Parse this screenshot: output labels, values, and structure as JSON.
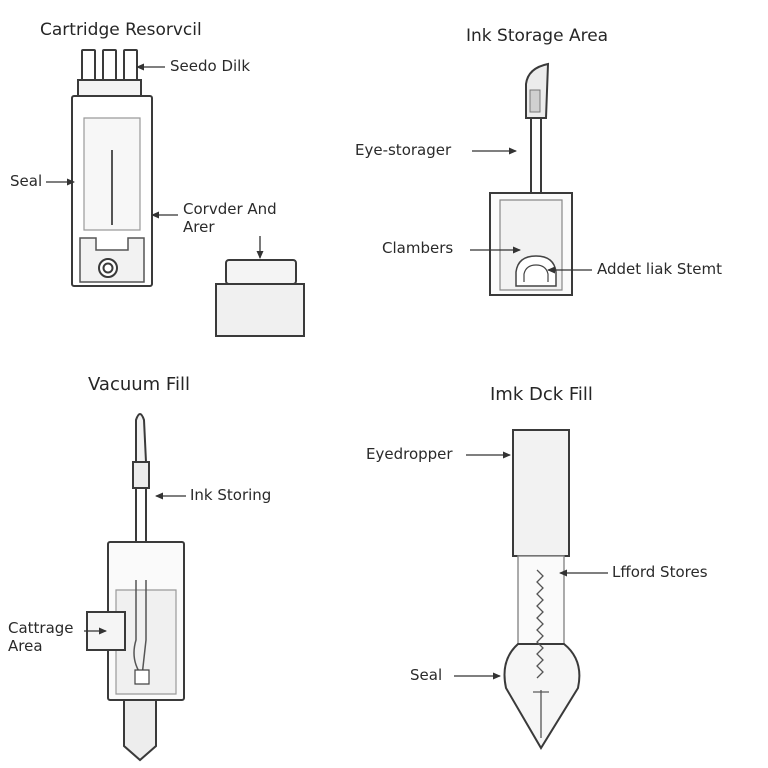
{
  "panels": {
    "cartridge": {
      "title": "Cartridge Resorvcil",
      "labels": {
        "top": "Seedo Dilk",
        "seal": "Seal",
        "middle_line1": "Corvder And",
        "middle_line2": "Arer"
      }
    },
    "ink_storage": {
      "title": "Ink Storage Area",
      "labels": {
        "eye": "Eye-storager",
        "chambers": "Clambers",
        "adder": "Addet liak Stemt"
      }
    },
    "vacuum": {
      "title": "Vacuum Fill",
      "labels": {
        "storing": "Ink Storing",
        "area_line1": "Cattrage",
        "area_line2": "Area"
      }
    },
    "ink_dock": {
      "title": "Imk Dck Fill",
      "labels": {
        "eyedropper": "Eyedropper",
        "stores": "Lfford Stores",
        "seal": "Seal"
      }
    }
  }
}
